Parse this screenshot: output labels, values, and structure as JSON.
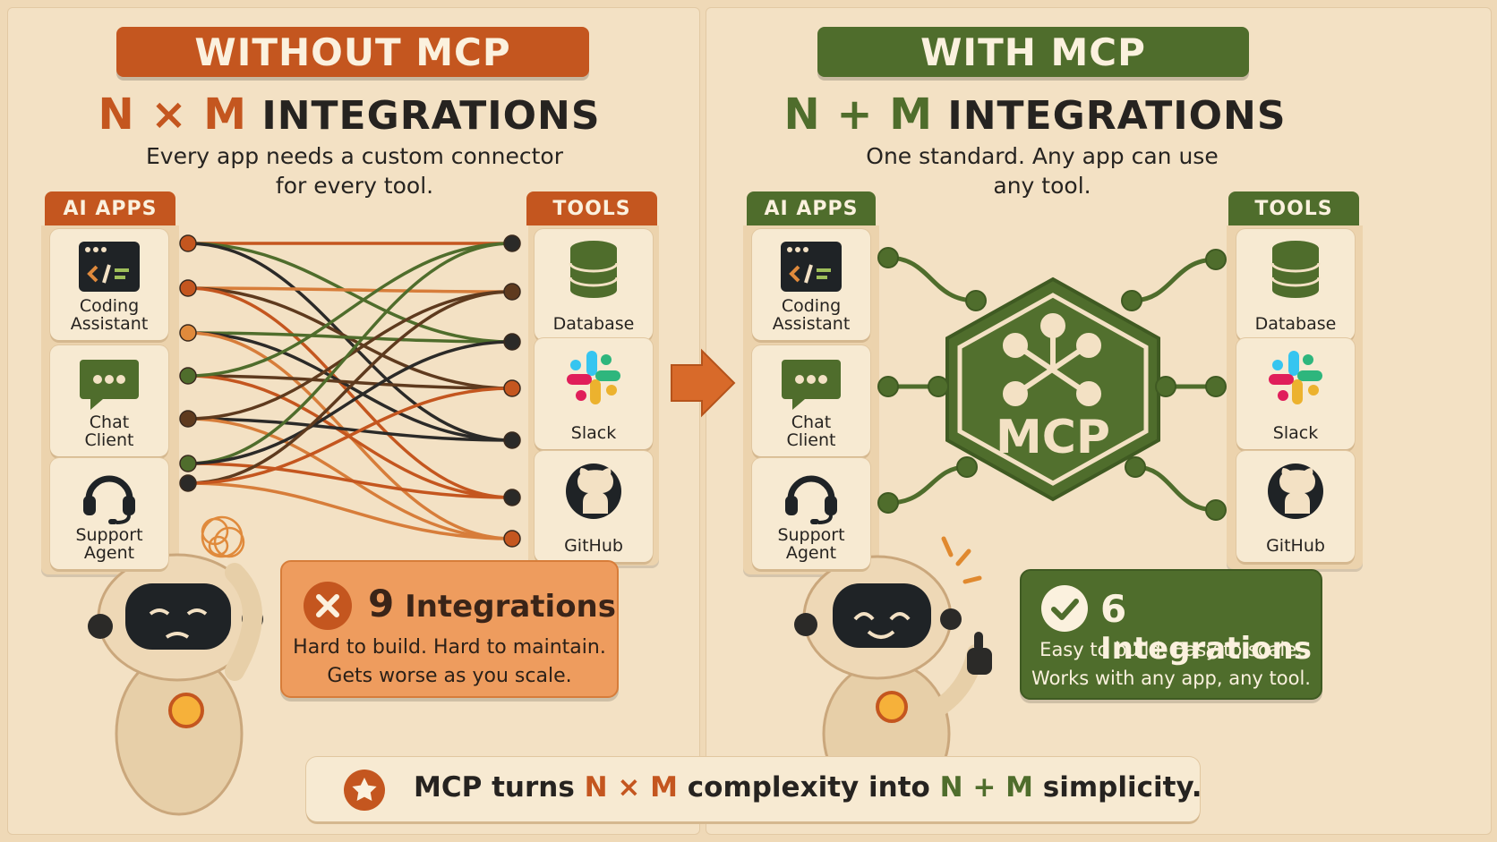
{
  "left": {
    "banner": "WITHOUT MCP",
    "heading_nm": "N × M",
    "heading_word": "INTEGRATIONS",
    "subtitle_line1": "Every app needs a custom connector",
    "subtitle_line2": "for every tool.",
    "apps_header": "AI APPS",
    "tools_header": "TOOLS",
    "apps": [
      {
        "label_line1": "Coding",
        "label_line2": "Assistant",
        "icon": "code-window-icon"
      },
      {
        "label_line1": "Chat",
        "label_line2": "Client",
        "icon": "chat-bubble-icon"
      },
      {
        "label_line1": "Support",
        "label_line2": "Agent",
        "icon": "headset-icon"
      }
    ],
    "tools": [
      {
        "label": "Database",
        "icon": "database-icon"
      },
      {
        "label": "Slack",
        "icon": "slack-icon"
      },
      {
        "label": "GitHub",
        "icon": "github-icon"
      }
    ],
    "result_count": "9",
    "result_word": "Integrations",
    "result_line1": "Hard to build. Hard to maintain.",
    "result_line2": "Gets worse as you scale.",
    "result_icon": "x-circle-icon"
  },
  "right": {
    "banner": "WITH MCP",
    "heading_nm": "N + M",
    "heading_word": "INTEGRATIONS",
    "subtitle_line1": "One standard. Any app can use",
    "subtitle_line2": "any tool.",
    "apps_header": "AI APPS",
    "tools_header": "TOOLS",
    "apps": [
      {
        "label_line1": "Coding",
        "label_line2": "Assistant",
        "icon": "code-window-icon"
      },
      {
        "label_line1": "Chat",
        "label_line2": "Client",
        "icon": "chat-bubble-icon"
      },
      {
        "label_line1": "Support",
        "label_line2": "Agent",
        "icon": "headset-icon"
      }
    ],
    "tools": [
      {
        "label": "Database",
        "icon": "database-icon"
      },
      {
        "label": "Slack",
        "icon": "slack-icon"
      },
      {
        "label": "GitHub",
        "icon": "github-icon"
      }
    ],
    "hub_label": "MCP",
    "result_count": "6",
    "result_word": "Integrations",
    "result_line1": "Easy to build. Easy to scale.",
    "result_line2": "Works with any app, any tool.",
    "result_icon": "check-circle-icon"
  },
  "footer": {
    "text_a": "MCP turns",
    "nm_times": "N × M",
    "text_b": "complexity into",
    "nm_plus": "N + M",
    "text_c": "simplicity.",
    "icon": "star-icon"
  },
  "colors": {
    "orange": "#c4561f",
    "green": "#4f6d2c",
    "cream": "#f3e1c4",
    "peach": "#ee9c5e"
  }
}
